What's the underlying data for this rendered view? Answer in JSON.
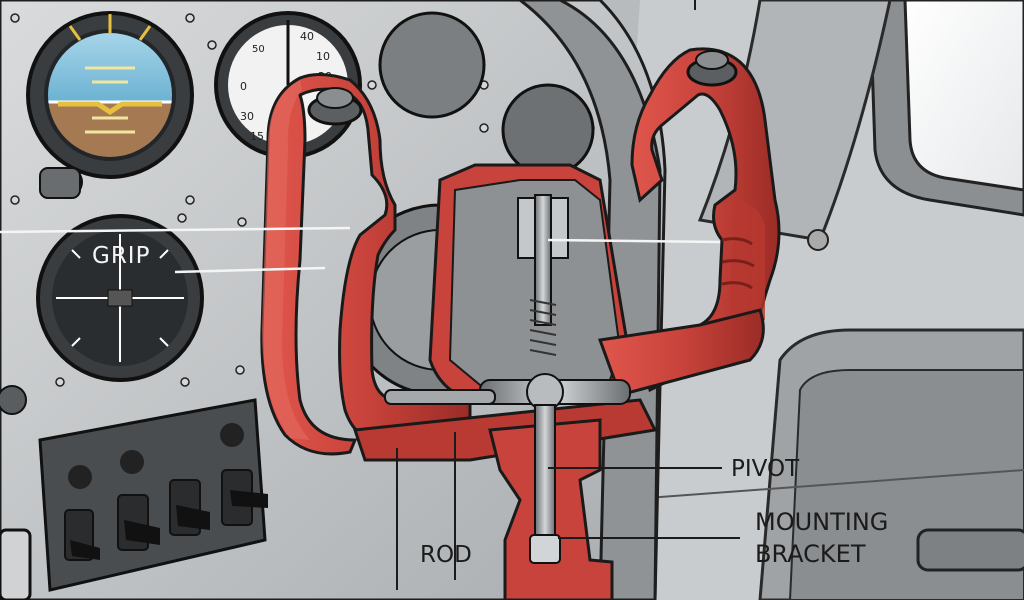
{
  "labels": {
    "grip": "GRIP",
    "pivot": "PIVOT",
    "mounting_line1": "MOUNTING",
    "mounting_line2": "BRACKET",
    "rod": "ROD"
  },
  "gauges": {
    "airspeed_ticks": [
      "50",
      "0",
      "10",
      "30",
      "40",
      "15",
      "20"
    ]
  },
  "colors": {
    "yoke_red": "#c8433b",
    "yoke_dark": "#8e2520",
    "panel_gray": "#c6c9cb",
    "sky_blue": "#7fc0dc",
    "ground_brown": "#a57a52"
  },
  "icons": [
    "attitude-indicator-icon",
    "airspeed-gauge-icon",
    "heading-gauge-icon",
    "toggle-switch-icon"
  ]
}
